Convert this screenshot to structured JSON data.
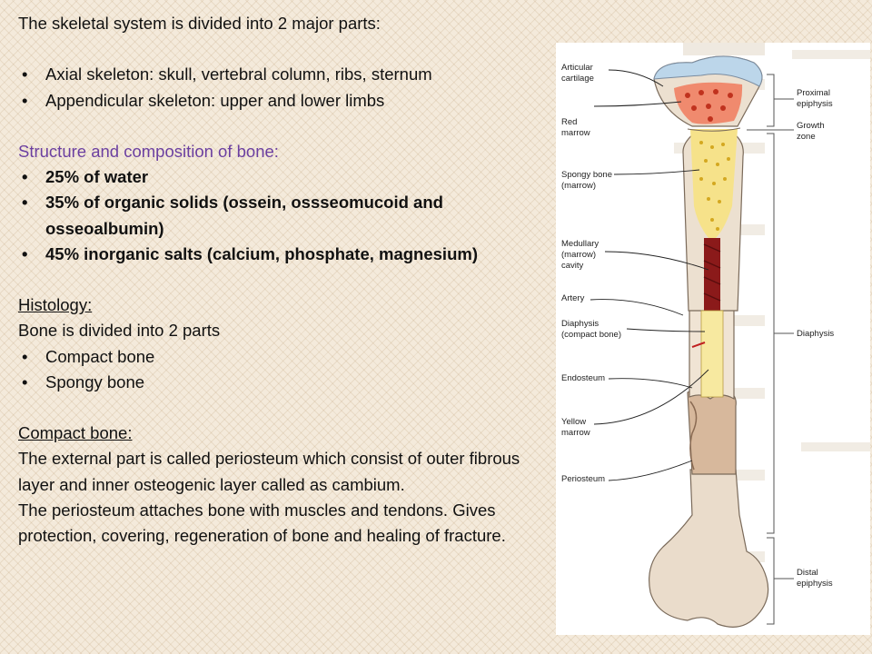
{
  "text": {
    "intro": "The skeletal system is divided into 2 major parts:",
    "parts": [
      "Axial skeleton: skull, vertebral column, ribs, sternum",
      "Appendicular skeleton: upper and lower limbs"
    ],
    "structure_heading": "Structure and composition of bone:",
    "composition": [
      "25% of water",
      "35% of organic  solids  (ossein, ossseomucoid and osseoalbumin)",
      "45%  inorganic salts (calcium, phosphate, magnesium)"
    ],
    "histology_heading": "Histology:",
    "histology_line": "Bone is divided into 2 parts",
    "histology_parts": [
      "Compact bone",
      "Spongy bone"
    ],
    "compact_heading": "Compact bone:",
    "compact_paragraph_1": "The external part is called periosteum which consist of outer fibrous layer and inner osteogenic layer called as cambium.",
    "compact_paragraph_2": "The periosteum attaches bone with muscles and tendons. Gives protection, covering, regeneration of bone and healing of fracture."
  },
  "figure": {
    "left_labels": {
      "articular_1": "Articular",
      "articular_2": "cartilage",
      "red_1": "Red",
      "red_2": "marrow",
      "spongy_1": "Spongy bone",
      "spongy_2": "(marrow)",
      "medullary_1": "Medullary",
      "medullary_2": "(marrow)",
      "medullary_3": "cavity",
      "artery": "Artery",
      "diaphysis_1": "Diaphysis",
      "diaphysis_2": "(compact bone)",
      "endosteum": "Endosteum",
      "yellow_1": "Yellow",
      "yellow_2": "marrow",
      "periosteum": "Periosteum"
    },
    "right_labels": {
      "proximal_1": "Proximal",
      "proximal_2": "epiphysis",
      "growth_1": "Growth",
      "growth_2": "zone",
      "diaphysis": "Diaphysis",
      "distal_1": "Distal",
      "distal_2": "epiphysis"
    }
  },
  "colors": {
    "heading_purple": "#6b3fa0",
    "bone": "#e8d8c4",
    "cartilage": "#b8d4e8",
    "red_marrow": "#e0442a",
    "spongy": "#f3d84a",
    "medullary": "#8b1a1a",
    "yellow_marrow": "#f7e9a0"
  }
}
